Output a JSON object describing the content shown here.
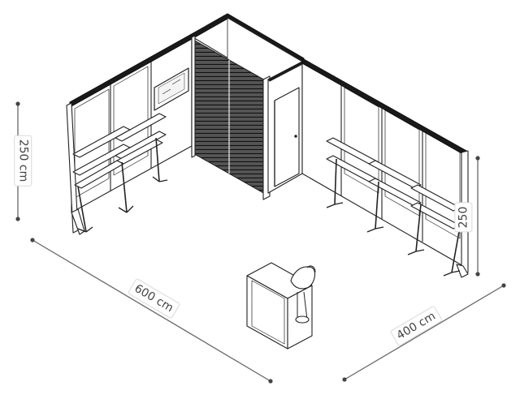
{
  "dimensions": {
    "height_left": "250 cm",
    "width_front": "600 cm",
    "depth_right": "400 cm",
    "height_right": "250"
  },
  "colors": {
    "line": "#222222",
    "dimension_line": "#666666",
    "shutter": "#3a3a3a",
    "top_rail": "#1a1a1a",
    "background": "#ffffff"
  }
}
